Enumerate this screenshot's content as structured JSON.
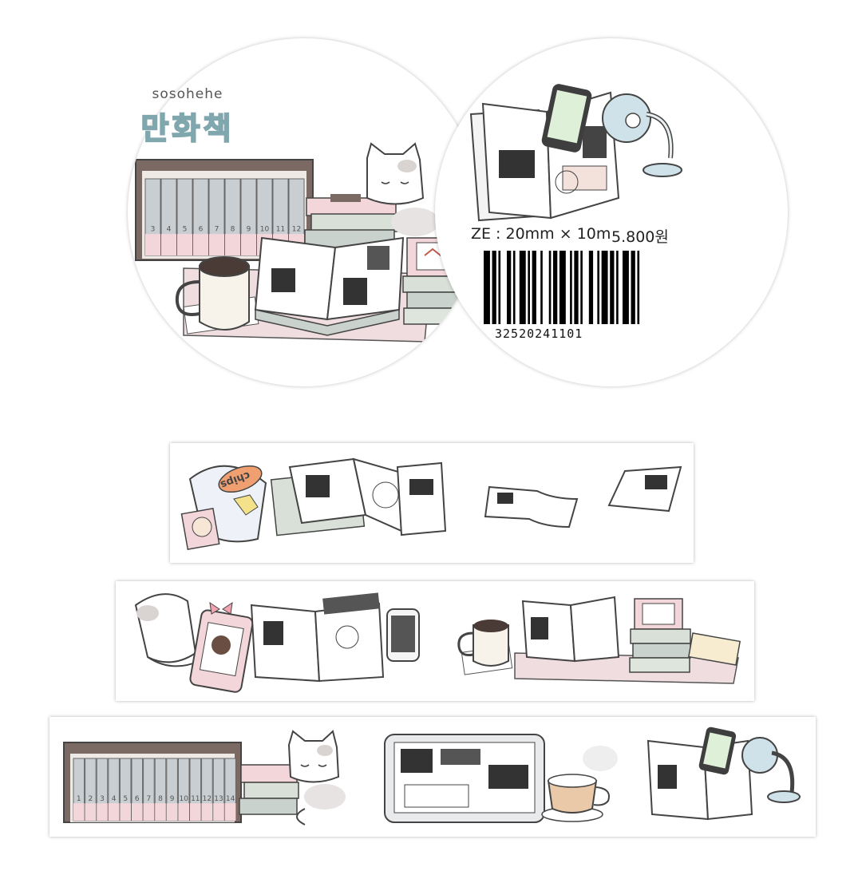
{
  "label": {
    "brand": "sosohehe",
    "title": "만화책",
    "size": "ZE : 20mm × 10m",
    "price": "5.800원",
    "barcode_number": "32520241101"
  },
  "bookshelf_numbers": [
    "3",
    "4",
    "5",
    "6",
    "7",
    "8",
    "9",
    "10",
    "11",
    "12"
  ],
  "bookshelf_numbers_bottom": [
    "1",
    "2",
    "3",
    "4",
    "5",
    "6",
    "7",
    "8",
    "9",
    "10",
    "11",
    "12",
    "13",
    "14"
  ],
  "chips_label": "chips",
  "colors": {
    "title_outline": "#7fa7ad",
    "shelf_brown": "#7a6a63",
    "book_grey": "#c9ced2",
    "book_pink": "#f3d6da",
    "coffee": "#4a3b36",
    "lamp_blue": "#cfe2ea",
    "tea": "#e9c9a8"
  }
}
